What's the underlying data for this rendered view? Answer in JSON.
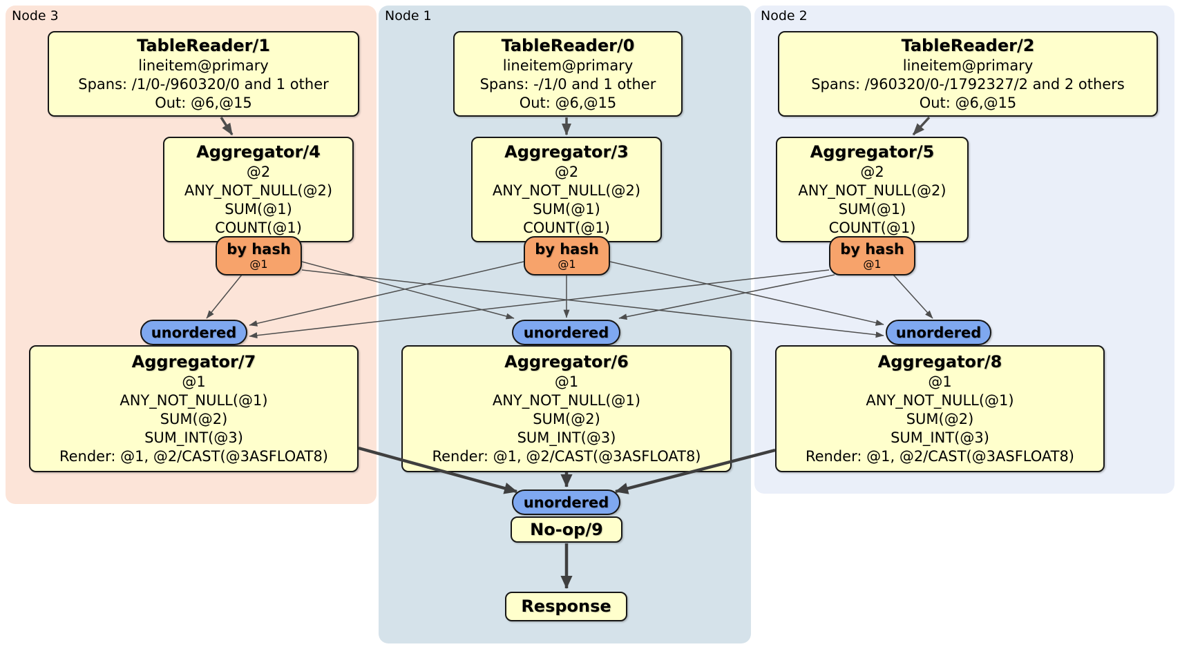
{
  "regions": {
    "node3": {
      "label": "Node 3"
    },
    "node1": {
      "label": "Node 1"
    },
    "node2": {
      "label": "Node 2"
    }
  },
  "colors": {
    "region_node3": "#fce4d8",
    "region_node1": "#d5e2ea",
    "region_node2": "#eaeff9",
    "processor_fill": "#ffffcc",
    "router_fill": "#f7a36b",
    "sync_fill": "#7fa8f0"
  },
  "nodes": {
    "tr1": {
      "title": "TableReader/1",
      "lines": [
        "lineitem@primary",
        "Spans: /1/0-/960320/0 and 1 other",
        "Out: @6,@15"
      ]
    },
    "tr0": {
      "title": "TableReader/0",
      "lines": [
        "lineitem@primary",
        "Spans: -/1/0 and 1 other",
        "Out: @6,@15"
      ]
    },
    "tr2": {
      "title": "TableReader/2",
      "lines": [
        "lineitem@primary",
        "Spans: /960320/0-/1792327/2 and 2 others",
        "Out: @6,@15"
      ]
    },
    "agg4": {
      "title": "Aggregator/4",
      "lines": [
        "@2",
        "ANY_NOT_NULL(@2)",
        "SUM(@1)",
        "COUNT(@1)"
      ]
    },
    "agg3": {
      "title": "Aggregator/3",
      "lines": [
        "@2",
        "ANY_NOT_NULL(@2)",
        "SUM(@1)",
        "COUNT(@1)"
      ]
    },
    "agg5": {
      "title": "Aggregator/5",
      "lines": [
        "@2",
        "ANY_NOT_NULL(@2)",
        "SUM(@1)",
        "COUNT(@1)"
      ]
    },
    "agg7": {
      "title": "Aggregator/7",
      "lines": [
        "@1",
        "ANY_NOT_NULL(@1)",
        "SUM(@2)",
        "SUM_INT(@3)",
        "Render: @1, @2/CAST(@3ASFLOAT8)"
      ]
    },
    "agg6": {
      "title": "Aggregator/6",
      "lines": [
        "@1",
        "ANY_NOT_NULL(@1)",
        "SUM(@2)",
        "SUM_INT(@3)",
        "Render: @1, @2/CAST(@3ASFLOAT8)"
      ]
    },
    "agg8": {
      "title": "Aggregator/8",
      "lines": [
        "@1",
        "ANY_NOT_NULL(@1)",
        "SUM(@2)",
        "SUM_INT(@3)",
        "Render: @1, @2/CAST(@3ASFLOAT8)"
      ]
    },
    "noop": {
      "title": "No-op/9"
    },
    "response": {
      "title": "Response"
    }
  },
  "routers": {
    "bh4": {
      "label": "by hash",
      "detail": "@1"
    },
    "bh3": {
      "label": "by hash",
      "detail": "@1"
    },
    "bh5": {
      "label": "by hash",
      "detail": "@1"
    }
  },
  "syncs": {
    "u7": {
      "label": "unordered"
    },
    "u6": {
      "label": "unordered"
    },
    "u8": {
      "label": "unordered"
    },
    "u9": {
      "label": "unordered"
    }
  }
}
